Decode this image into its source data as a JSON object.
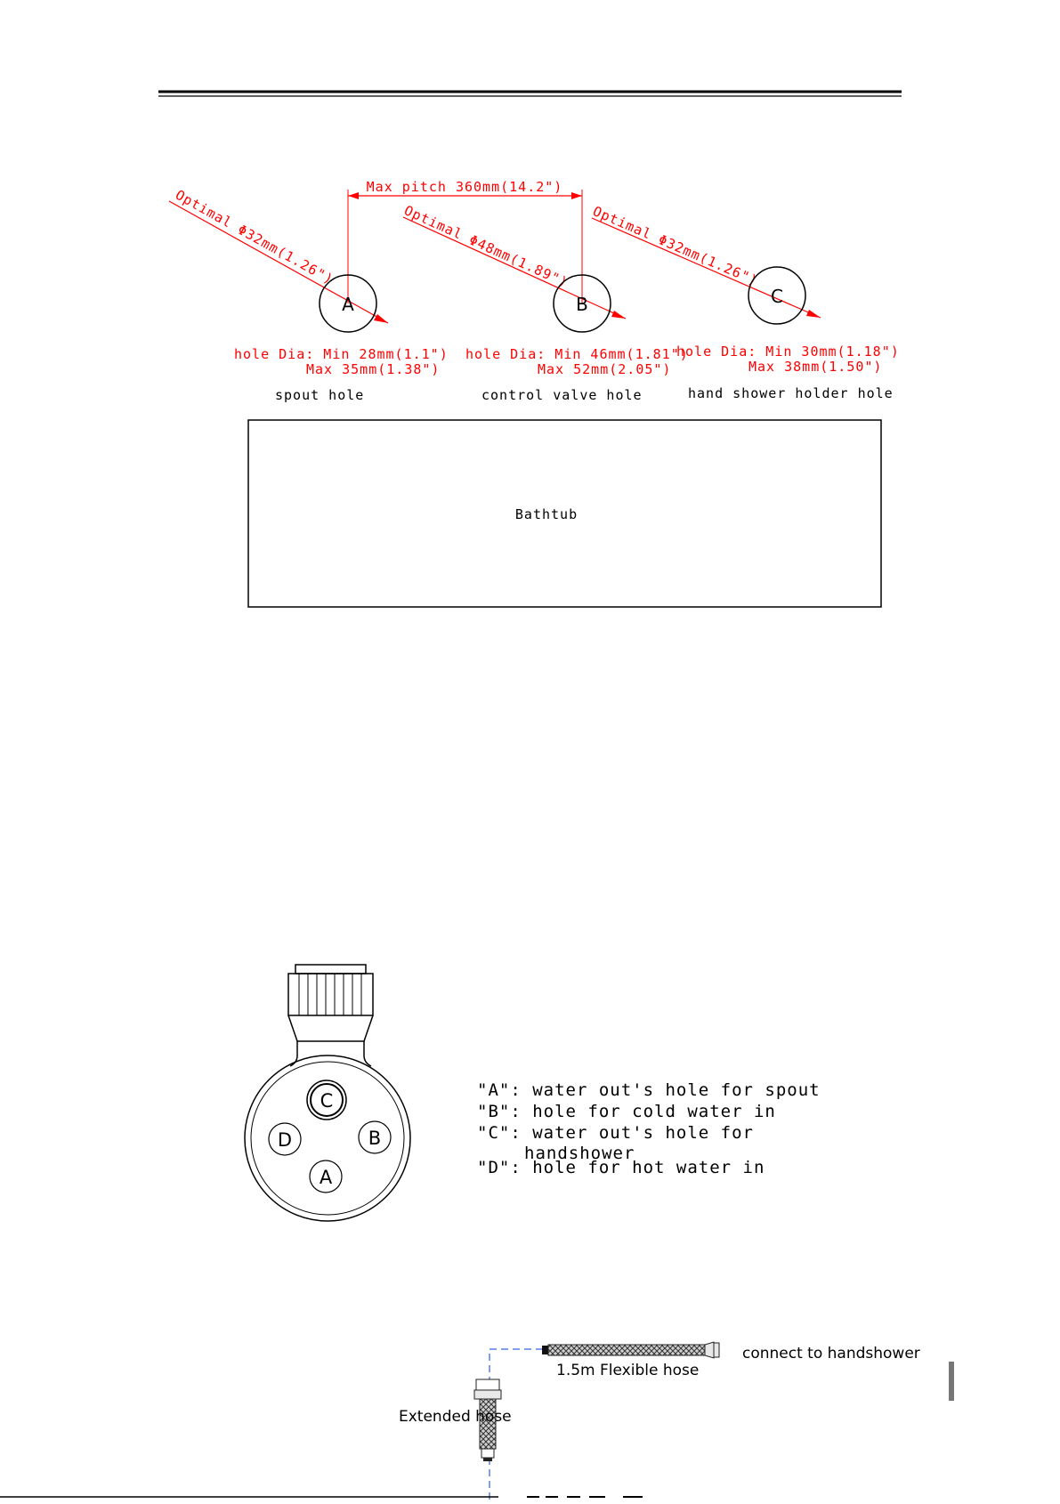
{
  "diagram1": {
    "pitch_label": "Max pitch 360mm(14.2\")",
    "holes": [
      {
        "letter": "A",
        "optimal": "Optimal Φ32mm(1.26\")",
        "dia_min": "hole Dia: Min 28mm(1.1\")",
        "dia_max": "Max 35mm(1.38\")",
        "name": "spout hole"
      },
      {
        "letter": "B",
        "optimal": "Optimal Φ48mm(1.89\")",
        "dia_min": "hole Dia: Min 46mm(1.81\")",
        "dia_max": "Max 52mm(2.05\")",
        "name": "control valve hole"
      },
      {
        "letter": "C",
        "optimal": "Optimal Φ32mm(1.26\")",
        "dia_min": "hole Dia: Min 30mm(1.18\")",
        "dia_max": "Max 38mm(1.50\")",
        "name": "hand shower holder hole"
      }
    ],
    "bathtub_label": "Bathtub"
  },
  "diagram2": {
    "port_labels": {
      "a": "A",
      "b": "B",
      "c": "C",
      "d": "D"
    },
    "legend": [
      "\"A\": water out's hole for spout",
      "\"B\": hole for cold water in",
      "\"C\": water out's hole for",
      "handshower",
      "\"D\": hole for hot water in"
    ]
  },
  "diagram3": {
    "connect_label": "connect to handshower",
    "flex_hose_label": "1.5m Flexible hose",
    "extended_hose_label": "Extended hose"
  },
  "colors": {
    "dimension_red": "#ff0000",
    "line_black": "#000000",
    "dashed_blue": "#5a7fe6"
  }
}
